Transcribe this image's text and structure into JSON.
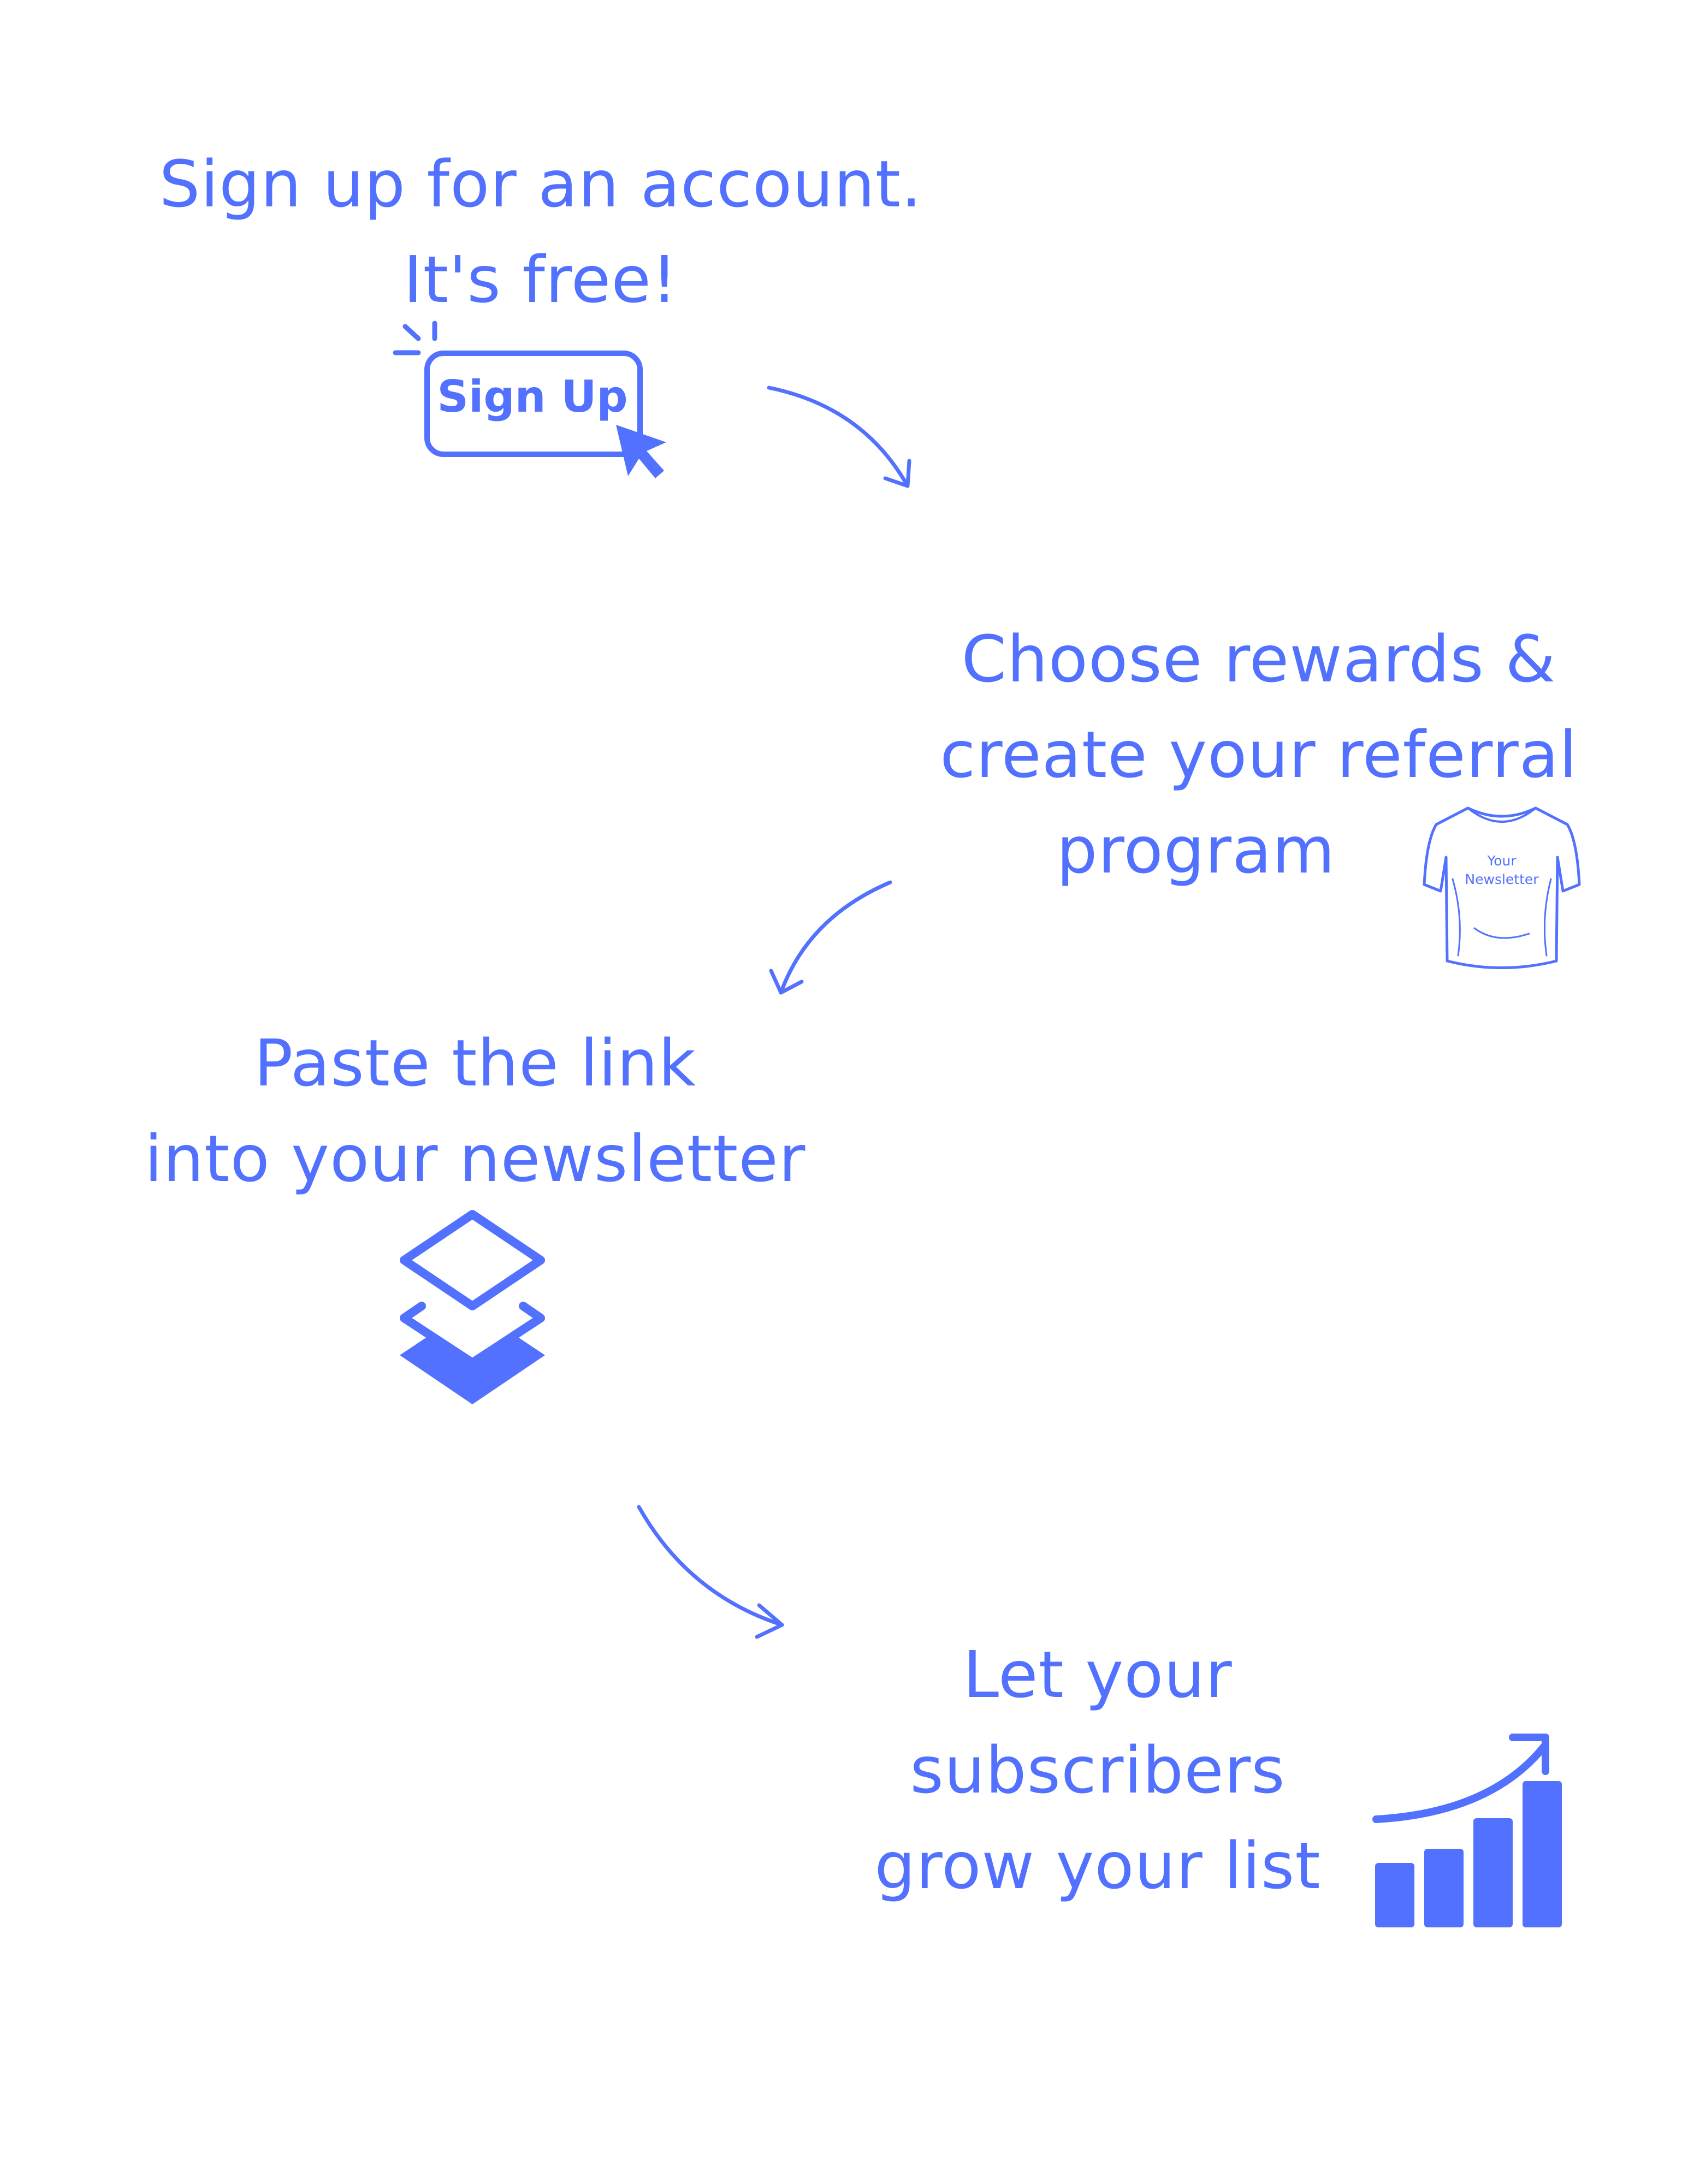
{
  "steps": [
    {
      "lines": [
        "Sign up for an account.",
        "It's free!"
      ]
    },
    {
      "lines": [
        "Choose rewards &",
        "create your referral",
        "program"
      ]
    },
    {
      "lines": [
        "Paste the link",
        "into your newsletter"
      ]
    },
    {
      "lines": [
        "Let your",
        "subscribers",
        "grow your list"
      ]
    }
  ],
  "signup_button": {
    "label": "Sign Up"
  },
  "shirt": {
    "lines": [
      "Your",
      "Newsletter"
    ]
  },
  "colors": {
    "accent": "#5271ff",
    "background": "#ffffff"
  },
  "icons": [
    "click-burst-icon",
    "cursor-icon",
    "tshirt-icon",
    "layers-icon",
    "bar-chart-growth-icon",
    "curved-arrow-icon"
  ]
}
